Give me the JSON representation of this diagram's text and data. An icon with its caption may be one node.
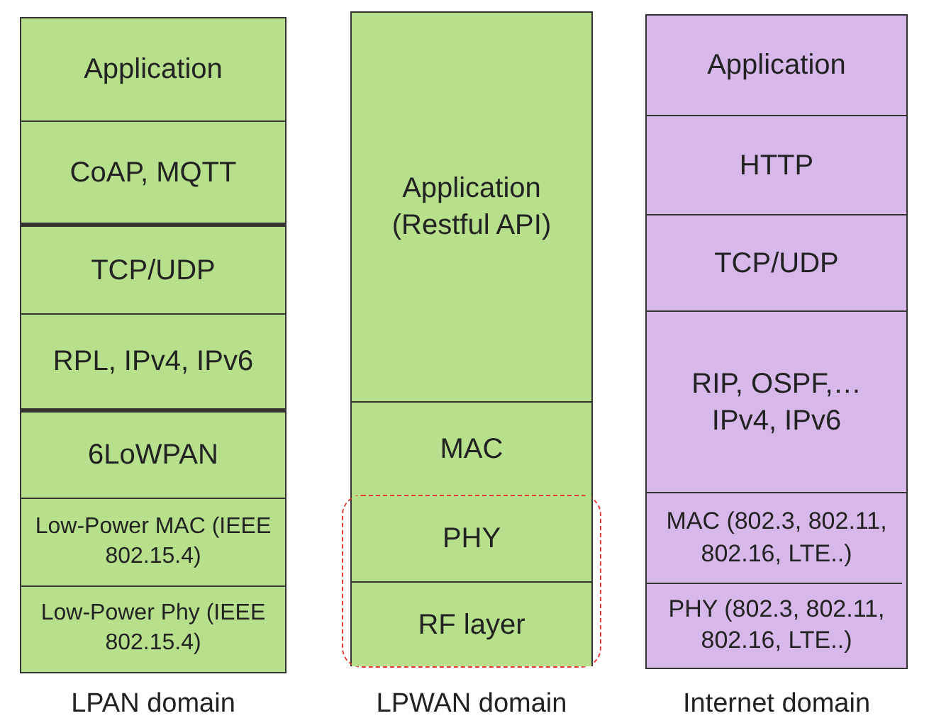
{
  "diagram": {
    "nodes": [
      {
        "text": [],
        "shape": "box",
        "beside": [
          "LPAN domain"
        ]
      },
      {
        "text": [
          "Application"
        ],
        "in": 0
      },
      {
        "text": [
          "CoAP, MQTT"
        ],
        "in": 0
      },
      {
        "text": [
          "TCP/UDP"
        ],
        "in": 0
      },
      {
        "text": [
          "RPL, IPv4, IPv6"
        ],
        "in": 0
      },
      {
        "text": [
          "6LoWPAN"
        ],
        "in": 0
      },
      {
        "text": [
          "Low-Power MAC (IEEE 802.15.4)"
        ],
        "in": 0
      },
      {
        "text": [
          "Low-Power Phy (IEEE 802.15.4)"
        ],
        "in": 0
      },
      {
        "text": [],
        "shape": "box",
        "beside": [
          "LPWAN domain"
        ]
      },
      {
        "text": [
          "Application (Restful API)"
        ],
        "in": 8
      },
      {
        "text": [
          "MAC"
        ],
        "in": 8
      },
      {
        "text": [],
        "shape": "box",
        "in": 8
      },
      {
        "text": [
          "PHY"
        ],
        "in": 11
      },
      {
        "text": [
          "RF layer"
        ],
        "in": 11
      },
      {
        "text": [],
        "shape": "box",
        "beside": [
          "Internet domain"
        ]
      },
      {
        "text": [
          "Application"
        ],
        "in": 14
      },
      {
        "text": [
          "HTTP"
        ],
        "in": 14
      },
      {
        "text": [
          "TCP/UDP"
        ],
        "in": 14
      },
      {
        "text": [
          "RIP, OSPF,… IPv4, IPv6"
        ],
        "in": 14
      },
      {
        "text": [
          "MAC (802.3, 802.11, 802.16, LTE..)"
        ],
        "in": 14
      },
      {
        "text": [
          "PHY (802.3, 802.11, 802.16, LTE..)"
        ],
        "in": 14
      }
    ],
    "edges": []
  }
}
